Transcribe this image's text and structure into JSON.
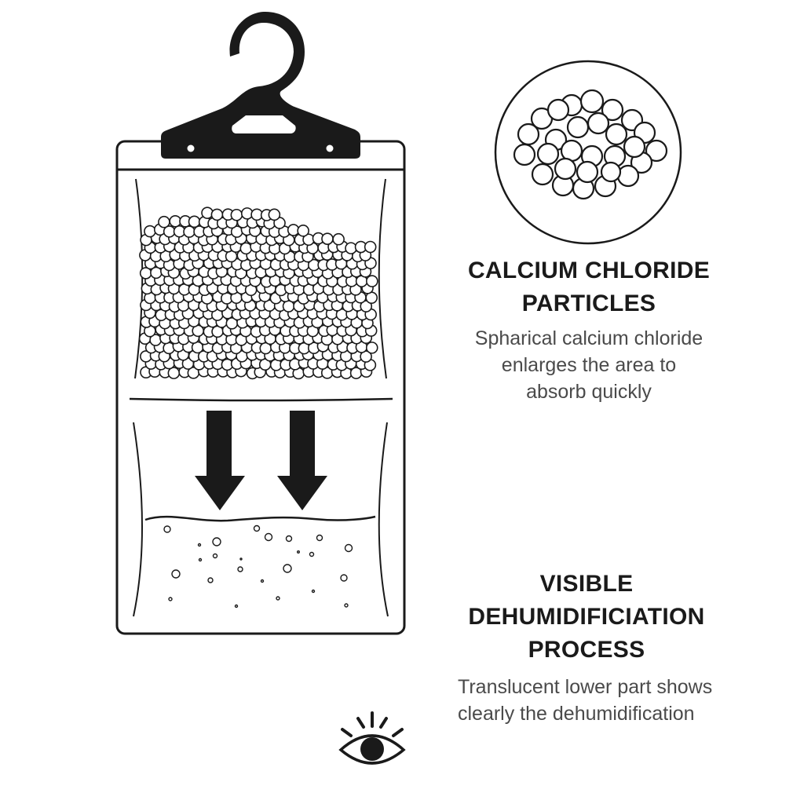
{
  "colors": {
    "ink": "#1a1a1a",
    "heading": "#1a1a1a",
    "body_text": "#4a4a4a",
    "background": "#ffffff"
  },
  "diagram": {
    "product": "hanging dehumidifier bag",
    "hanger": {
      "color": "#1a1a1a"
    },
    "upper_compartment": {
      "content": "calcium chloride particles",
      "particle_count_approx": 330
    },
    "arrows": {
      "count": 2,
      "direction": "down"
    },
    "lower_compartment": {
      "content": "collected water with bubbles",
      "bubble_count": 24
    }
  },
  "callouts": {
    "particles": {
      "icon": "magnified-particles-icon",
      "heading_lines": [
        "CALCIUM CHLORIDE",
        "PARTICLES"
      ],
      "description_lines": [
        "Spharical calcium chloride",
        "enlarges the area to",
        "absorb quickly"
      ]
    },
    "process": {
      "icon": "eye-icon",
      "heading_lines": [
        "VISIBLE",
        "DEHUMIDIFICIATION",
        "PROCESS"
      ],
      "description_lines": [
        "Translucent lower part shows",
        "clearly the dehumidification"
      ]
    }
  }
}
